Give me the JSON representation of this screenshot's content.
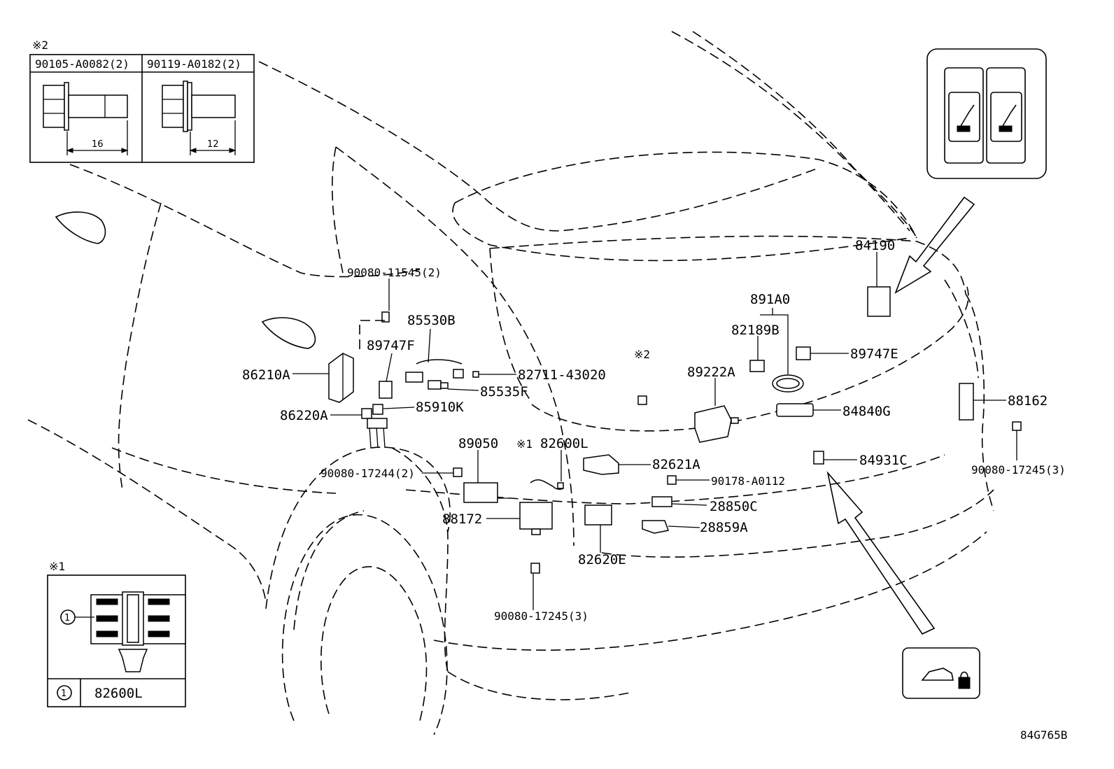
{
  "diagram_code": "84G765B",
  "note_marks": {
    "mark1": "※1",
    "mark2": "※2"
  },
  "bolt_box": {
    "mark": "※2",
    "bolts": [
      {
        "part": "90105-A0082(2)",
        "dimension": "16"
      },
      {
        "part": "90119-A0182(2)",
        "dimension": "12"
      }
    ]
  },
  "clip_box": {
    "mark": "※1",
    "callout_number": "1",
    "part": "82600L"
  },
  "parts": [
    {
      "id": "90080-11545(2)"
    },
    {
      "id": "85530B"
    },
    {
      "id": "89747F"
    },
    {
      "id": "86210A"
    },
    {
      "id": "82711-43020"
    },
    {
      "id": "85535F"
    },
    {
      "id": "86220A"
    },
    {
      "id": "85910K"
    },
    {
      "id": "89050"
    },
    {
      "id": "82600L"
    },
    {
      "id": "90080-17244(2)"
    },
    {
      "id": "88172"
    },
    {
      "id": "90080-17245(3)"
    },
    {
      "id": "82620E"
    },
    {
      "id": "82621A"
    },
    {
      "id": "89222A"
    },
    {
      "id": "82189B"
    },
    {
      "id": "891A0"
    },
    {
      "id": "89747E"
    },
    {
      "id": "84840G"
    },
    {
      "id": "84931C"
    },
    {
      "id": "90178-A0112"
    },
    {
      "id": "28850C"
    },
    {
      "id": "28859A"
    },
    {
      "id": "84190"
    },
    {
      "id": "88162"
    },
    {
      "id": "90080-17245(3)"
    }
  ],
  "icons": {
    "switch_inset": "seat-switch-icon",
    "tailgate_inset": "tailgate-lock-icon"
  }
}
